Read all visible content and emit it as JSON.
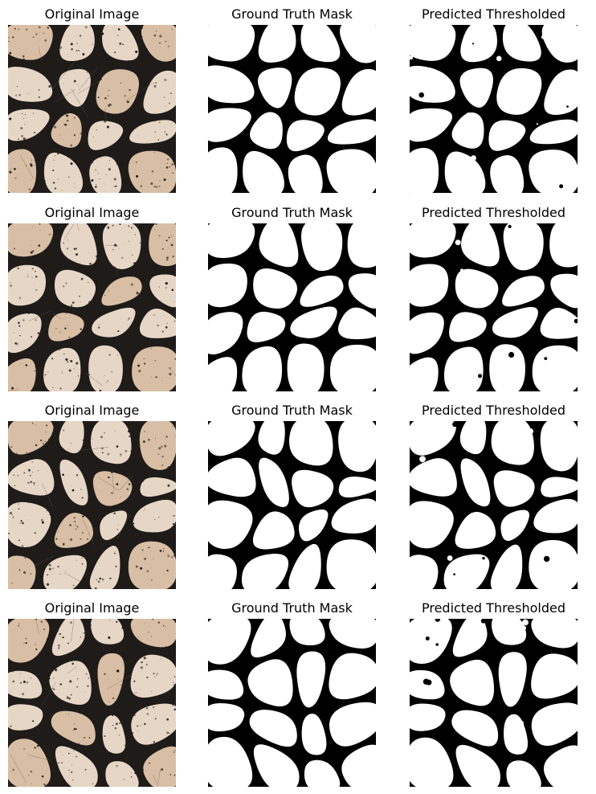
{
  "columns": [
    {
      "key": "original",
      "title": "Original Image"
    },
    {
      "key": "gt",
      "title": "Ground Truth Mask"
    },
    {
      "key": "pred",
      "title": "Predicted Thresholded"
    }
  ],
  "rows": [
    {
      "id": "sample-1"
    },
    {
      "id": "sample-2"
    },
    {
      "id": "sample-3"
    },
    {
      "id": "sample-4"
    }
  ],
  "colors": {
    "grain_light": "#e6d6c6",
    "grain_tan": "#d8bea4",
    "boundary_dark": "#1e1b18",
    "mask_background": "#ffffff",
    "mask_boundary": "#000000"
  }
}
